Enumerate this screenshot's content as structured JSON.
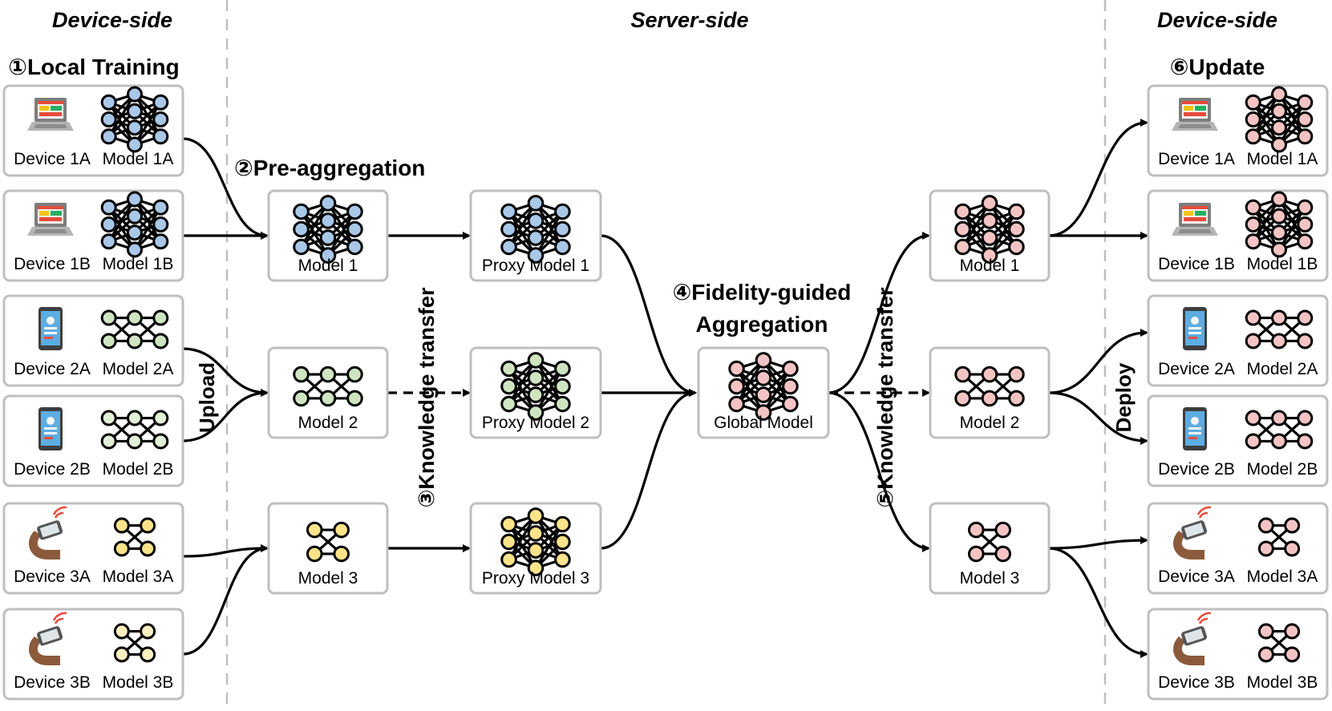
{
  "headers": {
    "left_side": "Device-side",
    "center_side": "Server-side",
    "right_side": "Device-side"
  },
  "steps": {
    "local_training": "①Local Training",
    "pre_aggregation": "②Pre-aggregation",
    "knowledge_transfer_1": "③Knowledge transfer",
    "fidelity_line1": "④Fidelity-guided",
    "fidelity_line2": "Aggregation",
    "knowledge_transfer_2": "⑤Knowledge transfer",
    "update": "⑥Update"
  },
  "edge_labels": {
    "upload": "Upload",
    "deploy": "Deploy"
  },
  "colors": {
    "blue": "#a9c8e8",
    "green": "#cfe5c2",
    "yellow": "#fbe38a",
    "pink": "#f4c4c4",
    "light_green": "#e3f0d8",
    "light_yellow": "#fdf0c0",
    "box_border": "#bfbfbf",
    "divider": "#bfbfbf"
  },
  "left_devices": [
    {
      "device": "Device 1A",
      "model": "Model 1A",
      "device_icon": "laptop-icon",
      "net": "A",
      "color": "blue"
    },
    {
      "device": "Device 1B",
      "model": "Model 1B",
      "device_icon": "laptop-icon",
      "net": "A",
      "color": "blue"
    },
    {
      "device": "Device 2A",
      "model": "Model 2A",
      "device_icon": "tablet-icon",
      "net": "B",
      "color": "green"
    },
    {
      "device": "Device 2B",
      "model": "Model 2B",
      "device_icon": "tablet-icon",
      "net": "B",
      "color": "light_green"
    },
    {
      "device": "Device 3A",
      "model": "Model 3A",
      "device_icon": "smartwatch-icon",
      "net": "C",
      "color": "yellow"
    },
    {
      "device": "Device 3B",
      "model": "Model 3B",
      "device_icon": "smartwatch-icon",
      "net": "C",
      "color": "light_yellow"
    }
  ],
  "pre_models": [
    {
      "label": "Model 1",
      "net": "A",
      "color": "blue"
    },
    {
      "label": "Model 2",
      "net": "B",
      "color": "green"
    },
    {
      "label": "Model 3",
      "net": "C",
      "color": "yellow"
    }
  ],
  "proxy_models": [
    {
      "label": "Proxy Model 1",
      "net": "A",
      "color": "blue"
    },
    {
      "label": "Proxy Model 2",
      "net": "A",
      "color": "green"
    },
    {
      "label": "Proxy Model 3",
      "net": "A",
      "color": "yellow"
    }
  ],
  "global_model": {
    "label": "Global Model",
    "net": "A",
    "color": "pink"
  },
  "post_models": [
    {
      "label": "Model 1",
      "net": "A",
      "color": "pink"
    },
    {
      "label": "Model 2",
      "net": "B",
      "color": "pink"
    },
    {
      "label": "Model 3",
      "net": "C",
      "color": "pink"
    }
  ],
  "right_devices": [
    {
      "device": "Device 1A",
      "model": "Model 1A",
      "device_icon": "laptop-icon",
      "net": "A",
      "color": "pink"
    },
    {
      "device": "Device 1B",
      "model": "Model 1B",
      "device_icon": "laptop-icon",
      "net": "A",
      "color": "pink"
    },
    {
      "device": "Device 2A",
      "model": "Model 2A",
      "device_icon": "tablet-icon",
      "net": "B",
      "color": "pink"
    },
    {
      "device": "Device 2B",
      "model": "Model 2B",
      "device_icon": "tablet-icon",
      "net": "B",
      "color": "pink"
    },
    {
      "device": "Device 3A",
      "model": "Model 3A",
      "device_icon": "smartwatch-icon",
      "net": "C",
      "color": "pink"
    },
    {
      "device": "Device 3B",
      "model": "Model 3B",
      "device_icon": "smartwatch-icon",
      "net": "C",
      "color": "pink"
    }
  ]
}
